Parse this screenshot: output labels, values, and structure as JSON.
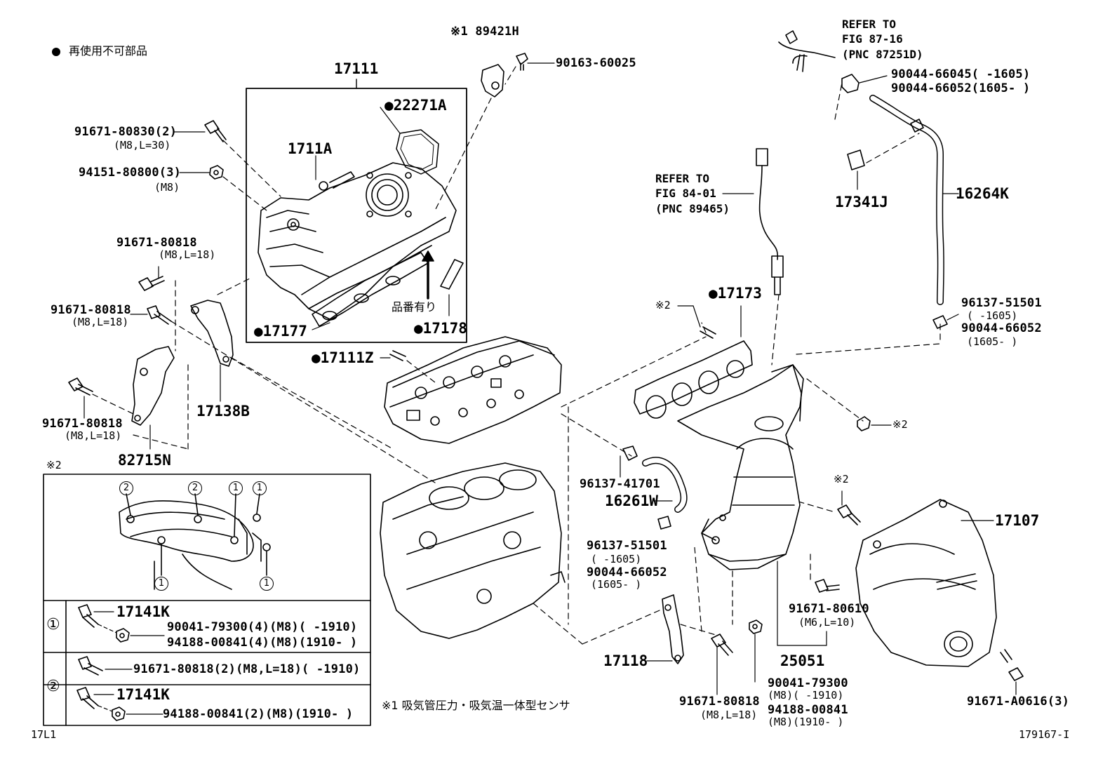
{
  "legend": {
    "dot": "●",
    "text": "再使用不可部品"
  },
  "footnote": "※1 吸気管圧力・吸気温一体型センサ",
  "corner": {
    "left": "17L1",
    "right": "179167-I"
  },
  "part_no_note": "品番有り",
  "refer_top": [
    "REFER TO",
    "FIG 87-16",
    "(PNC 87251D)"
  ],
  "refer_mid": [
    "REFER TO",
    "FIG 84-01",
    "(PNC 89465)"
  ],
  "parts": {
    "p89421H": "※1 89421H",
    "p90163": "90163-60025",
    "p17111": "17111",
    "p22271A": "●22271A",
    "p1711A": "1711A",
    "p91671_830": "91671-80830(2)",
    "p91671_830_sub": "(M8,L=30)",
    "p94151": "94151-80800(3)",
    "p94151_sub": "(M8)",
    "p91671_818a": "91671-80818",
    "p91671_818a_sub": "(M8,L=18)",
    "p91671_818b": "91671-80818",
    "p91671_818b_sub": "(M8,L=18)",
    "p91671_818c": "91671-80818",
    "p91671_818c_sub": "(M8,L=18)",
    "p17177": "●17177",
    "p17178": "●17178",
    "p17111Z": "●17111Z",
    "p17138B": "17138B",
    "p82715N": "82715N",
    "p90044_045": "90044-66045(     -1605)",
    "p90044_052": "90044-66052(1605-     )",
    "p17341J": "17341J",
    "p16264K": "16264K",
    "p96137_501a": "96137-51501",
    "p96137_501a_s1": "(     -1605)",
    "p90044_052b": "90044-66052",
    "p90044_052b_s": "(1605-     )",
    "p17173": "●17173",
    "mark2a": "※2",
    "mark2b": "※2",
    "mark2c": "※2",
    "mark2d": "※2",
    "p96137_41701": "96137-41701",
    "p16261W": "16261W",
    "p96137_501b": "96137-51501",
    "p96137_501b_s1": "(     -1605)",
    "p90044_052c": "90044-66052",
    "p90044_052c_s": "(1605-     )",
    "p17107": "17107",
    "p91671_610": "91671-80610",
    "p91671_610_sub": "(M6,L=10)",
    "p25051": "25051",
    "p17118": "17118",
    "p91671_818d": "91671-80818",
    "p91671_818d_sub": "(M8,L=18)",
    "p90041_79300": "90041-79300",
    "p90041_sub": "(M8)(     -1910)",
    "p94188_841": "94188-00841",
    "p94188_sub": "(M8)(1910-     )",
    "p91671_A0616": "91671-A0616(3)"
  },
  "inset": {
    "row1_part": "17141K",
    "row1_a": "90041-79300(4)(M8)(     -1910)",
    "row1_b": "94188-00841(4)(M8)(1910-     )",
    "row2_a": "91671-80818(2)(M8,L=18)(     -1910)",
    "row2_part": "17141K",
    "row2_b": "94188-00841(2)(M8)(1910-     )",
    "num1": "①",
    "num2": "②",
    "c1": "1",
    "c2": "2"
  }
}
